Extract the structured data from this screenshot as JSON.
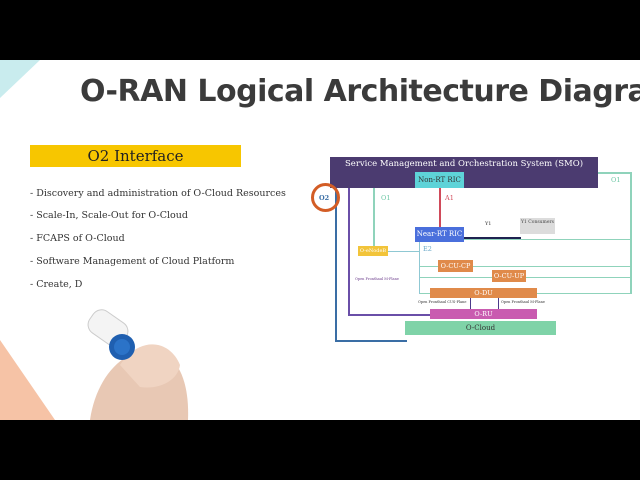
{
  "slide": {
    "title": "O-RAN Logical Architecture Diagram",
    "section_header": "O2 Interface",
    "bullets": [
      "- Discovery and administration of O-Cloud Resources",
      "- Scale-In, Scale-Out for O-Cloud",
      "- FCAPS of O-Cloud",
      "- Software Management of Cloud Platform",
      "- Create, D"
    ]
  },
  "diagram": {
    "smo": "Service Management and Orchestration System (SMO)",
    "non_rt_ric": "Non-RT RIC",
    "near_rt_ric": "Near-RT RIC",
    "y1_consumers": "Y1 Consumers",
    "o_enodeb": "O-eNodeB",
    "o_cu_cp": "O-CU-CP",
    "o_cu_up": "O-CU-UP",
    "o_du": "O-DU",
    "o_ru": "O-RU",
    "o_cloud": "O-Cloud",
    "labels": {
      "o2": "O2",
      "o1_left": "O1",
      "o1_right": "O1",
      "a1": "A1",
      "y1": "Y1",
      "e2": "E2",
      "of_m_plane_left": "Open Fronthaul M-Plane",
      "of_cus_plane": "Open Fronthaul CUS-Plane",
      "of_m_plane_right": "Open Fronthaul M-Plane"
    },
    "colors": {
      "smo": "#4b3b70",
      "non_rt": "#5ed3d8",
      "near_rt": "#4a6fdc",
      "enodeb": "#f2c43a",
      "cu": "#e08a4a",
      "ru": "#c95bb0",
      "cloud": "#7fd3a8",
      "highlight": "#d35d26"
    }
  }
}
